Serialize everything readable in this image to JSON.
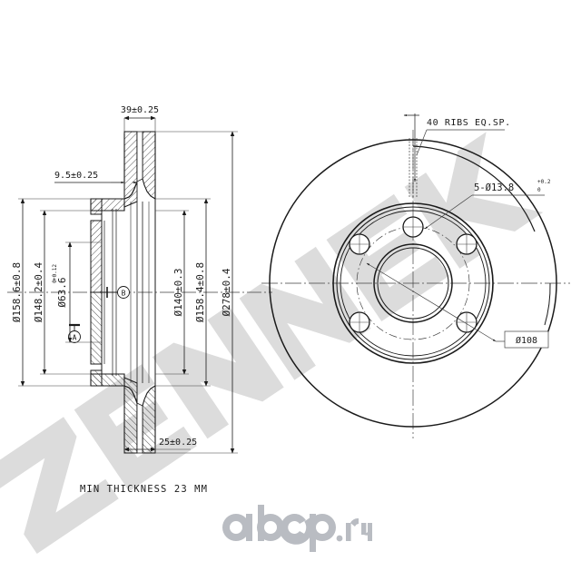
{
  "drawing": {
    "type": "engineering-drawing",
    "subject": "ventilated brake disc rotor",
    "views": {
      "left": {
        "name": "cross-section-view"
      },
      "right": {
        "name": "face-view"
      }
    }
  },
  "dimensions": {
    "overall_width": "39±0.25",
    "hat_offset": "9.5±0.25",
    "disc_thickness": "25±0.25",
    "outer_flange_dia": "Ø158.6±0.8",
    "hat_dia": "Ø148.2±0.4",
    "hub_bore_dia": "Ø63.6",
    "hub_bore_tol_up": "+0.12",
    "hub_bore_tol_lo": "0",
    "inner_ring_dia": "Ø140±0.3",
    "mid_ring_dia": "Ø158.4±0.8",
    "outer_dia": "Ø278±0.4",
    "bolt_circle": "Ø108",
    "bolt_holes": "5-Ø13.8",
    "bolt_holes_tol_up": "+0.2",
    "bolt_holes_tol_lo": "0",
    "ribs_note": "40 RIBS EQ.SP.",
    "min_thickness_note": "MIN THICKNESS 23 MM",
    "datum_a": "A",
    "datum_b": "B"
  },
  "watermarks": {
    "brand": "ZENNEK",
    "site_main": "abcp",
    "site_tld": ".ru",
    "wm_color": "#dcdcdc",
    "wm_color_abcp": "#b9bcc2"
  },
  "colors": {
    "line": "#1a1a1a",
    "thin_line": "#404040",
    "background": "#ffffff",
    "hatch": "#2a2a2a"
  }
}
